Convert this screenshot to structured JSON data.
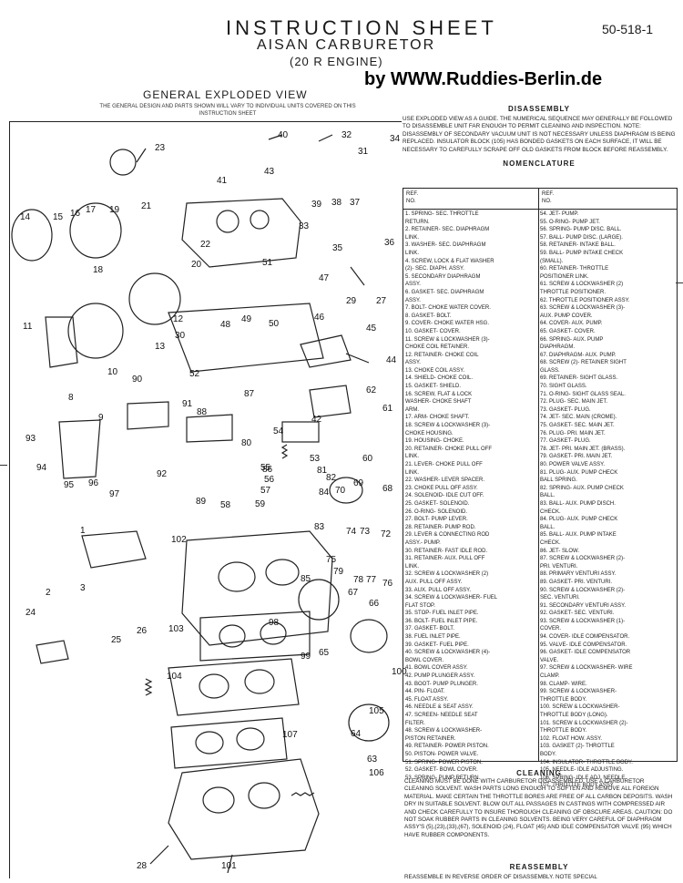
{
  "header": {
    "title": "INSTRUCTION SHEET",
    "subtitle": "AISAN CARBURETOR",
    "engine": "(20 R ENGINE)",
    "doc_number": "50-518-1",
    "byline": "by WWW.Ruddies-Berlin.de"
  },
  "diagram": {
    "title": "GENERAL EXPLODED VIEW",
    "note": "THE GENERAL DESIGN AND PARTS SHOWN WILL VARY TO INDIVIDUAL UNITS COVERED ON THIS INSTRUCTION SHEET",
    "callouts": [
      "40",
      "32",
      "23",
      "31",
      "34",
      "43",
      "41",
      "14",
      "15",
      "16",
      "17",
      "19",
      "21",
      "39",
      "38",
      "37",
      "33",
      "22",
      "35",
      "36",
      "20",
      "18",
      "47",
      "51",
      "27",
      "12",
      "29",
      "11",
      "49",
      "48",
      "50",
      "46",
      "13",
      "45",
      "30",
      "44",
      "10",
      "52",
      "8",
      "90",
      "9",
      "87",
      "88",
      "91",
      "93",
      "94",
      "95",
      "96",
      "97",
      "62",
      "54",
      "42",
      "61",
      "80",
      "53",
      "60",
      "92",
      "86",
      "55",
      "81",
      "56",
      "57",
      "89",
      "82",
      "69",
      "68",
      "58",
      "59",
      "84",
      "70",
      "1",
      "83",
      "74",
      "73",
      "72",
      "2",
      "102",
      "75",
      "78",
      "77",
      "76",
      "3",
      "79",
      "67",
      "66",
      "85",
      "24",
      "26",
      "25",
      "98",
      "103",
      "65",
      "99",
      "104",
      "100",
      "105",
      "63",
      "107",
      "64",
      "106",
      "28",
      "101"
    ]
  },
  "disassembly": {
    "title": "DISASSEMBLY",
    "text": "USE EXPLODED VIEW AS A GUIDE. THE NUMERICAL SEQUENCE MAY GENERALLY BE FOLLOWED TO DISASSEMBLE UNIT FAR ENOUGH TO PERMIT CLEANING AND INSPECTION. NOTE: DISASSEMBLY OF SECONDARY VACUUM UNIT IS NOT NECESSARY UNLESS DIAPHRAGM IS BEING REPLACED. INSULATOR BLOCK (105) HAS BONDED GASKETS ON EACH SURFACE, IT WILL BE NECESSARY TO CAREFULLY SCRAPE OFF OLD GASKETS FROM BLOCK BEFORE REASSEMBLY."
  },
  "nomenclature": {
    "title": "NOMENCLATURE",
    "ref_label": "REF.",
    "no_label": "NO.",
    "left": [
      "1. SPRING- SEC. THROTTLE",
      "   RETURN.",
      "2. RETAINER- SEC. DIAPHRAGM",
      "   LINK.",
      "3. WASHER- SEC. DIAPHRAGM",
      "   LINK.",
      "4. SCREW, LOCK & FLAT WASHER",
      "   (2)- SEC. DIAPH. ASSY.",
      "5. SECONDARY DIAPHRAGM",
      "   ASSY.",
      "6. GASKET- SEC. DIAPHRAGM",
      "   ASSY.",
      "7. BOLT- CHOKE WATER COVER.",
      "8. GASKET- BOLT.",
      "9. COVER- CHOKE WATER HSG.",
      "10. GASKET- COVER.",
      "11. SCREW & LOCKWASHER (3)-",
      "    CHOKE COIL RETAINER.",
      "12. RETAINER- CHOKE COIL",
      "    ASSY.",
      "13. CHOKE COIL ASSY.",
      "14. SHIELD- CHOKE COIL.",
      "15. GASKET- SHIELD.",
      "16. SCREW, FLAT & LOCK",
      "    WASHER- CHOKE SHAFT",
      "    ARM.",
      "17. ARM- CHOKE SHAFT.",
      "18. SCREW & LOCKWASHER (3)-",
      "    CHOKE HOUSING.",
      "19. HOUSING- CHOKE.",
      "20. RETAINER- CHOKE PULL OFF",
      "    LINK.",
      "21. LEVER- CHOKE PULL OFF",
      "    LINK.",
      "22. WASHER- LEVER SPACER.",
      "23. CHOKE PULL OFF ASSY.",
      "24. SOLENOID- IDLE CUT OFF.",
      "25. GASKET- SOLENOID.",
      "26. O-RING- SOLENOID.",
      "27. BOLT- PUMP LEVER.",
      "28. RETAINER- PUMP ROD.",
      "29. LEVER & CONNECTING ROD",
      "    ASSY.- PUMP.",
      "30. RETAINER- FAST IDLE ROD.",
      "31. RETAINER- AUX. PULL OFF",
      "    LINK.",
      "32. SCREW & LOCKWASHER (2)",
      "    AUX. PULL OFF ASSY.",
      "33. AUX. PULL OFF ASSY.",
      "34. SCREW & LOCKWASHER- FUEL",
      "    FLAT STOP.",
      "35. STOP- FUEL INLET PIPE.",
      "36. BOLT- FUEL INLET PIPE.",
      "37. GASKET- BOLT.",
      "38. FUEL INLET PIPE.",
      "39. GASKET- FUEL PIPE.",
      "40. SCREW & LOCKWASHER (4)-",
      "    BOWL COVER.",
      "41. BOWL COVER ASSY.",
      "42. PUMP PLUNGER ASSY.",
      "43. BOOT- PUMP PLUNGER.",
      "44. PIN- FLOAT.",
      "45. FLOAT ASSY.",
      "46. NEEDLE & SEAT ASSY.",
      "47. SCREEN- NEEDLE SEAT",
      "    FILTER.",
      "48. SCREW & LOCKWASHER-",
      "    PISTON RETAINER.",
      "49. RETAINER- POWER PISTON.",
      "50. PISTON- POWER VALVE.",
      "51. SPRING- POWER PISTON.",
      "52. GASKET- BOWL COVER.",
      "53. SPRING- PUMP RETURN."
    ],
    "right": [
      "54. JET- PUMP.",
      "55. O-RING- PUMP JET.",
      "56. SPRING- PUMP DISC. BALL.",
      "57. BALL- PUMP DISC. (LARGE).",
      "58. RETAINER- INTAKE BALL.",
      "59. BALL- PUMP INTAKE CHECK",
      "    (SMALL).",
      "60. RETAINER- THROTTLE",
      "    POSITIONER LINK.",
      "61. SCREW & LOCKWASHER (2)",
      "    THROTTLE POSITIONER.",
      "62. THROTTLE POSITIONER ASSY.",
      "63. SCREW & LOCKWASHER (3)-",
      "    AUX. PUMP COVER.",
      "64. COVER- AUX. PUMP.",
      "65. GASKET- COVER.",
      "66. SPRING- AUX. PUMP",
      "    DIAPHRAGM.",
      "67. DIAPHRAGM- AUX. PUMP.",
      "68. SCREW (2)- RETAINER SIGHT",
      "    GLASS.",
      "69. RETAINER- SIGHT GLASS.",
      "70. SIGHT GLASS.",
      "71. O-RING- SIGHT GLASS SEAL.",
      "72. PLUG- SEC. MAIN JET.",
      "73. GASKET- PLUG.",
      "74. JET- SEC. MAIN (CROME).",
      "75. GASKET- SEC. MAIN JET.",
      "76. PLUG- PRI. MAIN JET.",
      "77. GASKET- PLUG.",
      "78. JET- PRI. MAIN JET. (BRASS).",
      "79. GASKET- PRI. MAIN JET.",
      "80. POWER VALVE ASSY.",
      "81. PLUG- AUX. PUMP CHECK",
      "    BALL SPRING.",
      "82. SPRING- AUX. PUMP CHECK",
      "    BALL.",
      "83. BALL- AUX. PUMP DISCH.",
      "    CHECK.",
      "84. PLUG- AUX. PUMP CHECK",
      "    BALL.",
      "85. BALL- AUX. PUMP INTAKE",
      "    CHECK.",
      "86. JET- SLOW.",
      "87. SCREW & LOCKWASHER (2)-",
      "    PRI. VENTURI.",
      "88. PRIMARY VENTURI ASSY.",
      "89. GASKET- PRI. VENTURI.",
      "90. SCREW & LOCKWASHER (2)-",
      "    SEC. VENTURI.",
      "91. SECONDARY VENTURI ASSY.",
      "92. GASKET- SEC. VENTURI.",
      "93. SCREW & LOCKWASHER (1)-",
      "    COVER.",
      "94. COVER- IDLE COMPENSATOR.",
      "95. VALVE- IDLE COMPENSATOR.",
      "96. GASKET- IDLE COMPENSATOR",
      "    VALVE.",
      "97. SCREW & LOCKWASHER- WIRE",
      "    CLAMP.",
      "98. CLAMP- WIRE.",
      "99. SCREW & LOCKWASHER-",
      "    THROTTLE BODY.",
      "100. SCREW & LOCKWASHER-",
      "     THROTTLE BODY (LONG).",
      "101. SCREW & LOCKWASHER (2)-",
      "     THROTTLE BODY.",
      "102. FLOAT HOW. ASSY.",
      "103. GASKET (2)- THROTTLE",
      "     BODY.",
      "104. INSULATOR- THROTTLE BODY.",
      "105. NEEDLE- IDLE ADJUSTING.",
      "106. SPRING- IDLE ADJ. NEEDLE.",
      "107. THROTTLE BODY ASSY."
    ]
  },
  "cleaning": {
    "title": "CLEANING",
    "text": "CLEANING MUST BE DONE WITH CARBURETOR DISASSEMBLED. USE A CARBURETOR CLEANING SOLVENT. WASH PARTS LONG ENOUGH TO SOFTEN AND REMOVE ALL FOREIGN MATERIAL. MAKE CERTAIN THE THROTTLE BORES ARE FREE OF ALL CARBON DEPOSITS. WASH DRY IN SUITABLE SOLVENT. BLOW OUT ALL PASSAGES IN CASTINGS WITH COMPRESSED AIR AND CHECK CAREFULLY TO INSURE THOROUGH CLEANING OF OBSCURE AREAS. CAUTION: DO NOT SOAK RUBBER PARTS IN CLEANING SOLVENTS. BEING VERY CAREFUL OF DIAPHRAGM ASSY'S (5),(23),(33),(67), SOLENOID (24), FLOAT (45) AND IDLE COMPENSATOR VALVE (95) WHICH HAVE RUBBER COMPONENTS."
  },
  "reassembly": {
    "title": "REASSEMBLY",
    "text": "REASSEMBLE IN REVERSE ORDER OF DISASSEMBLY. NOTE SPECIAL"
  }
}
